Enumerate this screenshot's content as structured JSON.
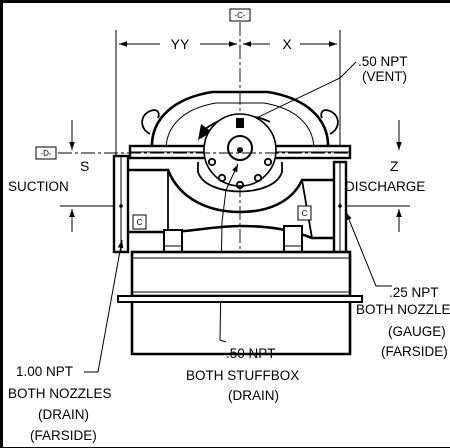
{
  "datum_c": "-C-",
  "datum_d": "-D-",
  "dimensions": {
    "yy": "YY",
    "x": "X",
    "s": "S",
    "z": "Z"
  },
  "nozzles": {
    "suction": "SUCTION",
    "discharge": "DISCHARGE"
  },
  "center_marks": {
    "left": "C",
    "right": "C"
  },
  "callouts": {
    "vent": {
      "line1": ".50 NPT",
      "line2": "(VENT)"
    },
    "gauge": {
      "line1": ".25 NPT",
      "line2": "BOTH NOZZLES",
      "line3": "(GAUGE)",
      "line4": "(FARSIDE)"
    },
    "stuffbox": {
      "line1": ".50 NPT",
      "line2": "BOTH STUFFBOX",
      "line3": "(DRAIN)"
    },
    "nozzle_drain": {
      "line1": "1.00 NPT",
      "line2": "BOTH NOZZLES",
      "line3": "(DRAIN)",
      "line4": "(FARSIDE)"
    }
  }
}
